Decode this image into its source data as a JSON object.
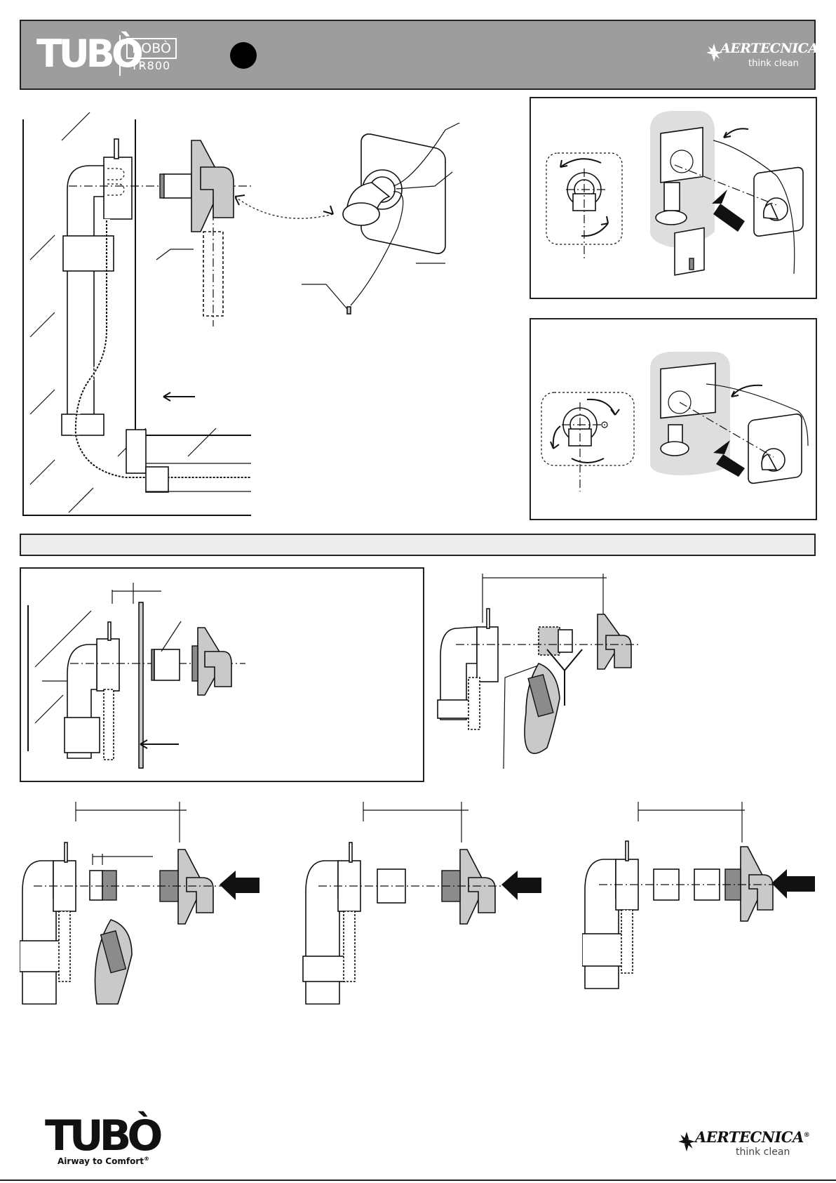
{
  "header": {
    "brand": "TUBÒ",
    "brand_mark": ".",
    "product": "ROBÒ",
    "model": "TR800",
    "logo_name": "AERTECNICA",
    "logo_tagline": "think clean",
    "logo_reg": "®"
  },
  "footer": {
    "brand": "TUBÒ",
    "tagline": "Airway to Comfort",
    "reg": "®",
    "logo_name": "AERTECNICA",
    "logo_reg": "®",
    "logo_tagline": "think clean"
  },
  "colors": {
    "header_bg": "#9d9d9d",
    "section_bar_bg": "#ececec",
    "part_grey": "#c9c9c9",
    "part_dark": "#8b8b8b"
  },
  "icons": [
    "aertecnica-logo-icon",
    "rotation-arrow-icon",
    "push-arrow-icon",
    "hand-cutter-icon"
  ]
}
